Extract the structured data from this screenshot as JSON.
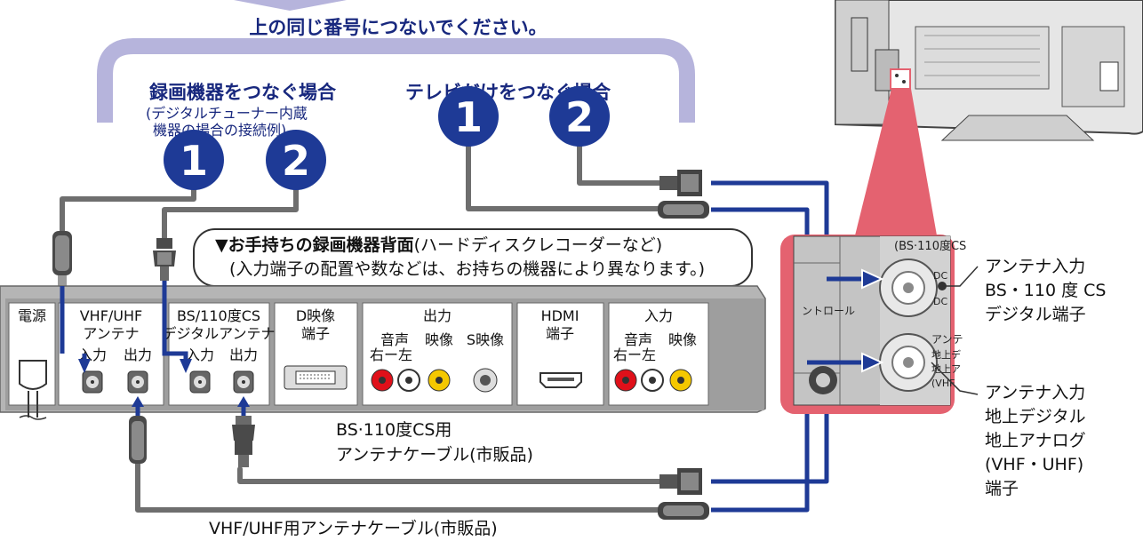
{
  "top_instruction": "上の同じ番号につないでください。",
  "cases": {
    "recorder": {
      "title": "録画機器をつなぐ場合",
      "note_line1": "(デジタルチューナー内蔵",
      "note_line2": "機器の場合の接続例)",
      "markers": [
        "1",
        "2"
      ]
    },
    "tv_only": {
      "title": "テレビだけをつなぐ場合",
      "markers": [
        "1",
        "2"
      ]
    }
  },
  "recorder_panel": {
    "callout_bold": "▼お手持ちの録画機器背面",
    "callout_rest": "(ハードディスクレコーダーなど)",
    "callout_line2": "(入力端子の配置や数などは、お持ちの機器により異なります。)",
    "sections": {
      "power": "電源",
      "vhf_uhf_line1": "VHF/UHF",
      "vhf_uhf_line2": "アンテナ",
      "bs_line1": "BS/110度CS",
      "bs_line2": "デジタルアンテナ",
      "d_video_line1": "D映像",
      "d_video_line2": "端子",
      "output": "出力",
      "hdmi_line1": "HDMI",
      "hdmi_line2": "端子",
      "input": "入力"
    },
    "port_in": "入力",
    "port_out": "出力",
    "audio": "音声",
    "video": "映像",
    "s_video": "S映像",
    "right_left": "右ー左"
  },
  "cables": {
    "bs_label_line1": "BS·110度CS用",
    "bs_label_line2": "アンテナケーブル(市販品)",
    "vhf_label": "VHF/UHF用アンテナケーブル(市販品)"
  },
  "tv_panel": {
    "mini_label1": "(BS·110度CS",
    "mini_label2": "ントロール",
    "mini_label3": "アンテ",
    "mini_label4": "地上デ",
    "mini_label5": "地上ア",
    "mini_label6": "(VHF",
    "dc_label1": "DC",
    "dc_label2": "DC"
  },
  "tv_labels": {
    "bs": [
      "アンテナ入力",
      "BS・110 度 CS",
      "デジタル端子"
    ],
    "terrestrial": [
      "アンテナ入力",
      "地上デジタル",
      "地上アナログ",
      "(VHF・UHF)",
      "端子"
    ]
  },
  "colors": {
    "accent_blue": "#1e3a96",
    "dark_blue": "#18287e",
    "lavender": "#b6b4dc",
    "gray_cable": "#6e6e6e",
    "pink": "#e46270",
    "red_jack": "#e0101a",
    "yellow_jack": "#f5c800"
  }
}
